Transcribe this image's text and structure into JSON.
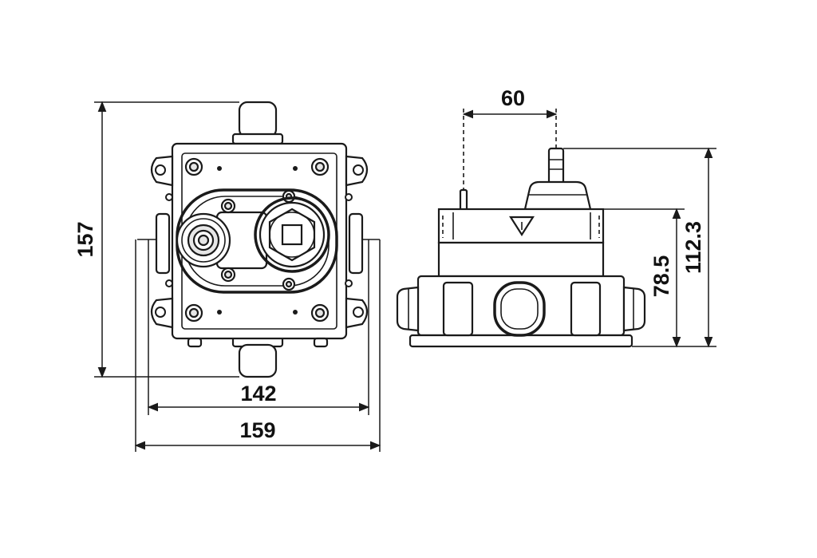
{
  "dimensions": {
    "front_height": "157",
    "front_inner_width": "142",
    "front_outer_width": "159",
    "side_spindle_offset": "60",
    "side_body_height": "78.5",
    "side_total_height": "112.3"
  },
  "colors": {
    "line": "#1a1a1a",
    "background": "#ffffff",
    "shade": "#e6e6e6"
  }
}
